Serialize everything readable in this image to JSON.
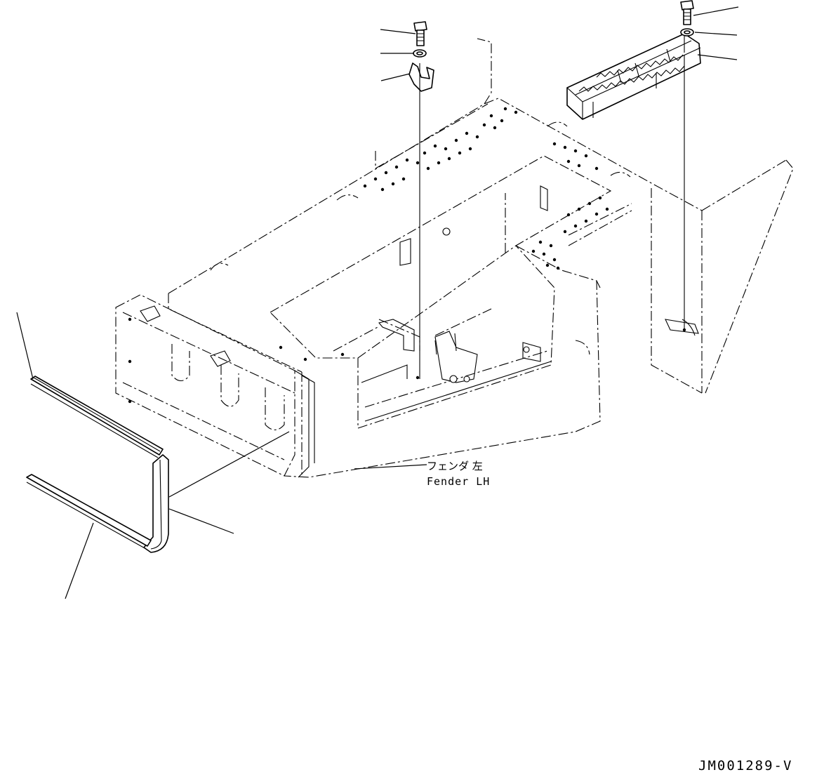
{
  "callout": {
    "name_jp": "フェンダ 左",
    "name_en": "Fender LH"
  },
  "drawing_code": "JM001289-V",
  "parts": [
    {
      "icon": "bolt-icon"
    },
    {
      "icon": "washer-icon"
    },
    {
      "icon": "clamp-icon"
    },
    {
      "icon": "bolt-icon"
    },
    {
      "icon": "washer-icon"
    },
    {
      "icon": "step-icon"
    },
    {
      "icon": "trim-seal-icon"
    },
    {
      "icon": "trim-seal-icon"
    }
  ]
}
